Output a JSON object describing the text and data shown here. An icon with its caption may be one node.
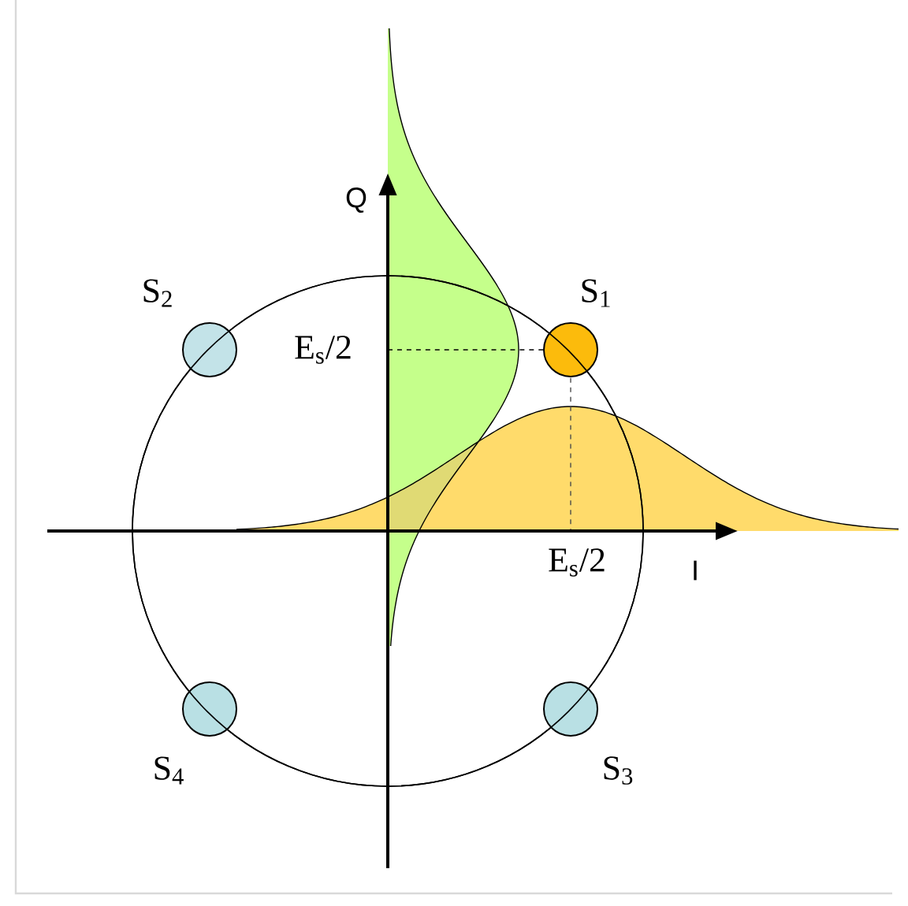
{
  "diagram": {
    "nodes": [
      {
        "text": [],
        "shape": "circle",
        "beside": [
          "S$_{2}$"
        ]
      },
      {
        "text": [],
        "shape": "circle",
        "beside": [
          "S$_{1}$"
        ]
      },
      {
        "text": [],
        "shape": "circle",
        "beside": [
          "S$_{4}$"
        ]
      },
      {
        "text": [],
        "shape": "circle",
        "beside": [
          "S$_{3}$"
        ]
      }
    ],
    "edges": [],
    "labels": [
      "Q",
      "E$_{s}$/2",
      "E$_{s}$/2",
      "I"
    ]
  }
}
